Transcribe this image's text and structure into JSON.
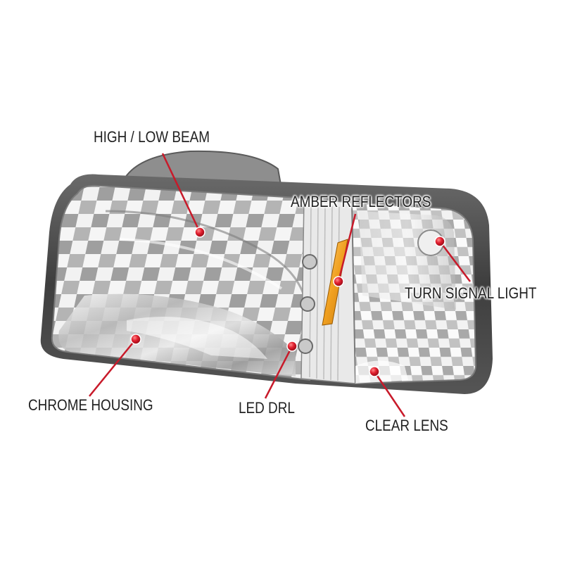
{
  "callouts": {
    "high_low_beam": "HIGH / LOW BEAM",
    "amber_reflectors": "AMBER REFLECTORS",
    "turn_signal_light": "TURN SIGNAL LIGHT",
    "chrome_housing": "CHROME HOUSING",
    "led_drl": "LED DRL",
    "clear_lens": "CLEAR LENS"
  },
  "colors": {
    "marker": "#d8152a",
    "leader_line": "#c81a2a",
    "text": "#222222",
    "amber": "#f0a020"
  }
}
